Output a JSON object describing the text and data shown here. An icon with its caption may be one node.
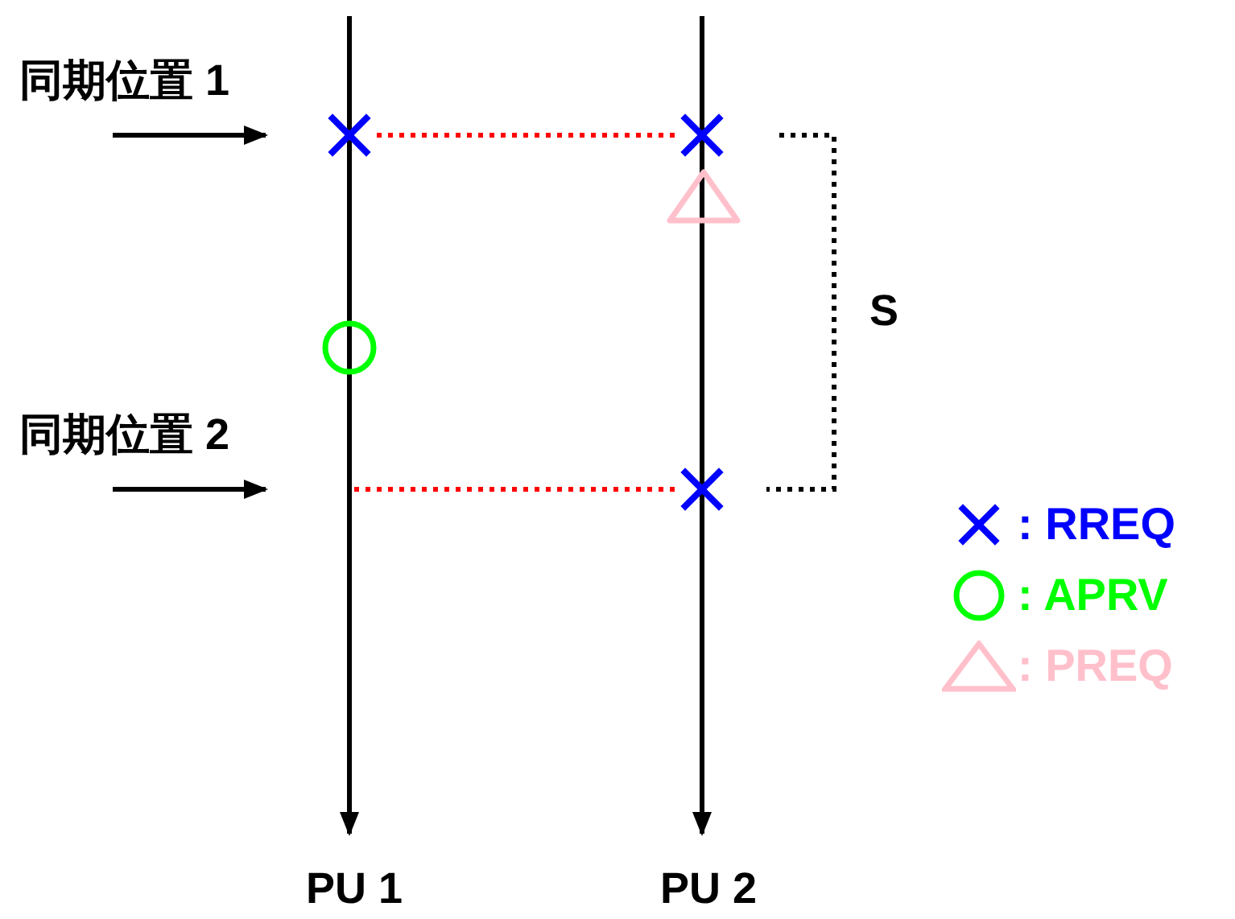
{
  "diagram": {
    "nodes": [
      {
        "text": [],
        "shape": "cross"
      },
      {
        "text": [],
        "shape": "cross"
      },
      {
        "text": [],
        "shape": "triangle"
      },
      {
        "text": [],
        "shape": "circle"
      },
      {
        "text": [],
        "shape": "cross"
      },
      {
        "text": [
          "PU 1"
        ]
      },
      {
        "text": [
          "PU 2"
        ]
      }
    ],
    "edges": [
      {
        "from": 0,
        "to": 1,
        "arrow": "none",
        "style": "dashed",
        "color": "#ff0000"
      },
      {
        "from": null,
        "to": 4,
        "arrow": "none",
        "style": "dashed",
        "color": "#ff0000"
      },
      {
        "from": null,
        "to": 5,
        "arrow": "to",
        "color": "#000000"
      },
      {
        "from": null,
        "to": 6,
        "arrow": "to",
        "color": "#000000"
      }
    ],
    "labels": [
      "同期位置 1",
      "同期位置 2",
      "S"
    ],
    "legend": [
      {
        "text": ": RREQ",
        "color": "#0000ff"
      },
      {
        "text": ": APRV",
        "color": "#00ff00"
      },
      {
        "text": ": PREQ",
        "color": "#ffc0cb"
      }
    ]
  }
}
